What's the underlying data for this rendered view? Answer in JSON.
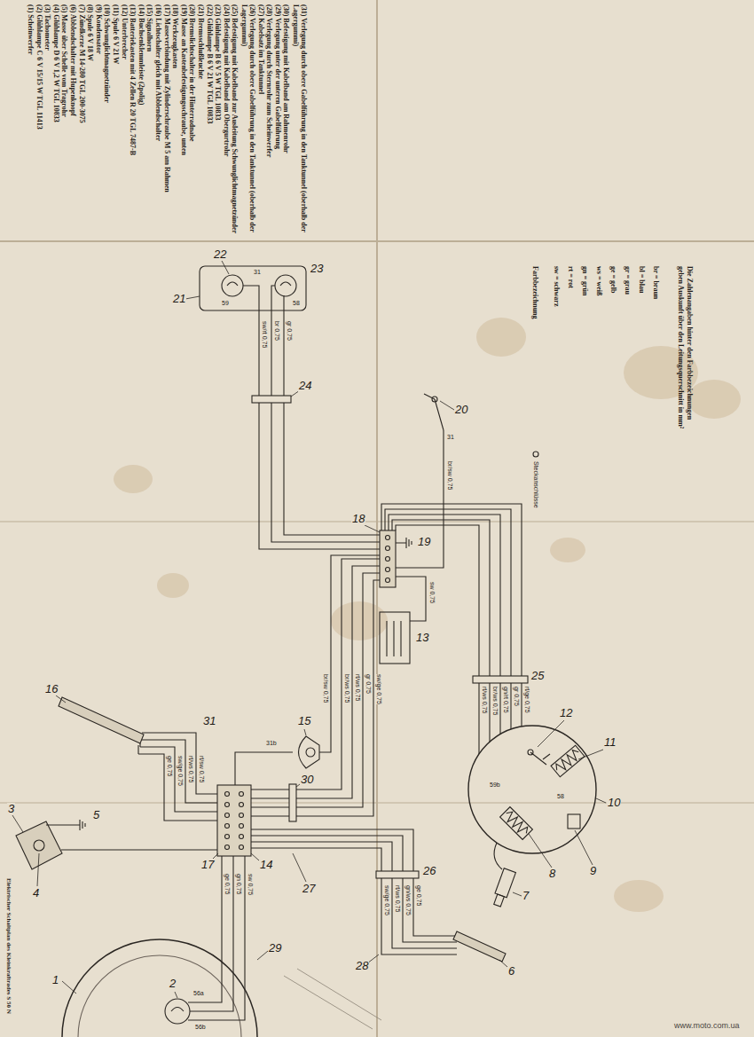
{
  "diagram": {
    "title": "Elektrischer Schaltplan des Kleinkraftrades S 50 N",
    "labels": [
      "(1) Scheinwerfer",
      "(2) Glühlampe C 6 V 15/15 W TGL 11413",
      "(3) Tachometer",
      "(4) Glühlampe D 6 V 1,2 W TGL 10833",
      "(5) Masse über Schelle vom Tragrohr",
      "(6) Abblendschalter mit Hupenknopf",
      "(7) Zündkerze M 14-280 TGL 200-3075",
      "(8) Spule 6 V 18 W",
      "(9) Kondensator",
      "(10) Schwunglichtmagnetzünder",
      "(11) Spule 6 V 21 W",
      "(12) Unterbrecher",
      "(13) Batteriekasten mit 4 Zellen R 20 TGL 7487-B",
      "(14) Buchsenklemmleiste (2polig)",
      "(15) Signalhorn",
      "(16) Lichtschalter gleich mit Abblendschalter",
      "(17) Masseverbindung mit Zylinderschraube M 5 am Rahmen",
      "(18) Werkzeugkasten",
      "(19) Masse an Kastenbefestigungsschraube, unten",
      "(20) Bremslichtschalter in der Hinterradnabe",
      "(21) Bremsschlußleuchte",
      "(22) Glühlampe B 6 V 21 W TGL 10833",
      "(23) Glühlampe B 6 V 5 W TGL 10833",
      "(24) Befestigung mit Kabelband am Obergurtrohr",
      "(25) Befestigung mit Kabelband zur Ausleitung Schwunglichtmagnetzünder",
      "(26) Verlegung durch obere Gabelführung in den Tanktunnel (oberhalb der Lagergummi)",
      "(27) Kabelsatz im Tanktunnel",
      "(28) Verlegung durch Sternrohr zum Scheinwerfer",
      "(29) Verlegung unter der unteren Gabelführung",
      "(30) Befestigung mit Kabelband am Rahmenrohr",
      "(31) Verlegung durch obere Gabelführung in den Tanktunnel (oberhalb der Lagergummi)",
      "Farbbezeichnung",
      "sw = schwarz",
      "rt = rot",
      "gn = grün",
      "ws = weiß",
      "ge = gelb",
      "gr = grau",
      "bl = blau",
      "br = braun",
      "Die Zahlenangaben hinter den Farbbezeichnungen geben Auskunft über den Leitungsquerschnitt in mm²",
      "Steckanschlüsse",
      "www.moto.com.ua",
      "1",
      "2",
      "3",
      "4",
      "5",
      "6",
      "7",
      "8",
      "9",
      "10",
      "11",
      "12",
      "13",
      "14",
      "15",
      "16",
      "17",
      "18",
      "19",
      "20",
      "21",
      "22",
      "23",
      "24",
      "25",
      "26",
      "27",
      "28",
      "29",
      "30",
      "31",
      "sw/rt 0,75",
      "br 0,75",
      "gr 0,75",
      "br/sw 0,75",
      "sw 0,75",
      "br/ws 0,75",
      "rt/ws 0,75",
      "gr 0,75",
      "sw/ge 0,75",
      "br/sw 0,75",
      "rt/ws 0,75",
      "br/ws 0,75",
      "gn/rt 0,75",
      "gr 0,75",
      "rt/ge 0,75",
      "ge 0,75",
      "sw/ge 0,75",
      "rt/ws 0,75",
      "rt/sw 0,75",
      "sw/ge 0,75",
      "rt/ws 0,75",
      "gn/ws 0,75",
      "ge 0,75",
      "ge 0,75",
      "gn 0,75",
      "sw 0,75",
      "59",
      "58",
      "31",
      "56a",
      "56b",
      "31b",
      "31",
      "59b",
      "58"
    ]
  }
}
